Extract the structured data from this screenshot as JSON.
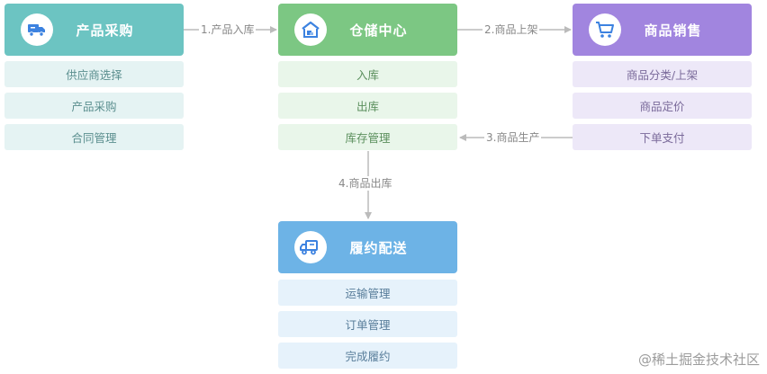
{
  "nodes": {
    "procurement": {
      "title": "产品采购",
      "icon": "truck-icon",
      "items": [
        "供应商选择",
        "产品采购",
        "合同管理"
      ]
    },
    "warehouse": {
      "title": "仓储中心",
      "icon": "warehouse-icon",
      "items": [
        "入库",
        "出库",
        "库存管理"
      ]
    },
    "sales": {
      "title": "商品销售",
      "icon": "cart-icon",
      "items": [
        "商品分类/上架",
        "商品定价",
        "下单支付"
      ]
    },
    "fulfillment": {
      "title": "履约配送",
      "icon": "delivery-truck-icon",
      "items": [
        "运输管理",
        "订单管理",
        "完成履约"
      ]
    }
  },
  "edges": [
    {
      "label": "1.产品入库"
    },
    {
      "label": "2.商品上架"
    },
    {
      "label": "3.商品生产"
    },
    {
      "label": "4.商品出库"
    }
  ],
  "colors": {
    "procurement": "#6cc4c2",
    "warehouse": "#7cc783",
    "sales": "#a185df",
    "fulfillment": "#6db3e6",
    "connector": "#bbbbbb"
  },
  "watermark": "@稀土掘金技术社区"
}
